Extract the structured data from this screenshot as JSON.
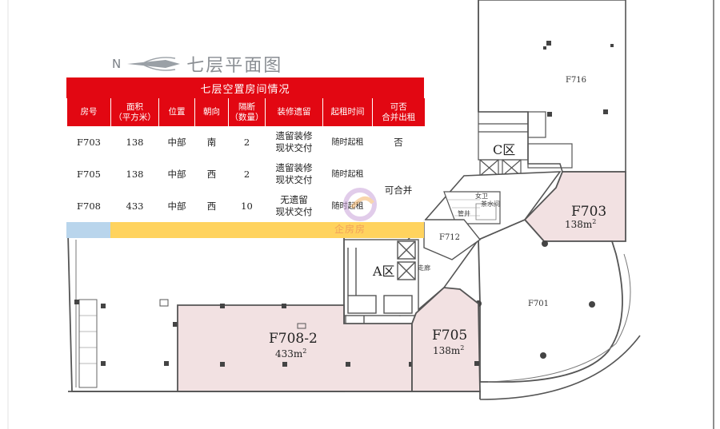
{
  "title": {
    "north": "N",
    "floor": "七层平面图"
  },
  "vacancy": {
    "heading": "七层空置房间情况",
    "columns": [
      [
        "房号"
      ],
      [
        "面积",
        "（平方米）"
      ],
      [
        "位置"
      ],
      [
        "朝向"
      ],
      [
        "隔断",
        "（数量）"
      ],
      [
        "装修遗留"
      ],
      [
        "起租时间"
      ],
      [
        "可否",
        "合并出租"
      ]
    ],
    "rows": [
      {
        "room": "F703",
        "area": "138",
        "position": "中部",
        "facing": "南",
        "partitions": "2",
        "decor": [
          "遗留装修",
          "现状交付"
        ],
        "start": "随时起租",
        "merge": "否"
      },
      {
        "room": "F705",
        "area": "138",
        "position": "中部",
        "facing": "西",
        "partitions": "2",
        "decor": [
          "遗留装修",
          "现状交付"
        ],
        "start": "随时起租",
        "merge": "可合并"
      },
      {
        "room": "F708",
        "area": "433",
        "position": "中部",
        "facing": "西",
        "partitions": "10",
        "decor": [
          "无遗留",
          "现状交付"
        ],
        "start": "随时起租",
        "merge": ""
      }
    ],
    "watermark": "企房房"
  },
  "units": {
    "f716": "F716",
    "f703": "F703",
    "f703_area": "138m",
    "f712": "F712",
    "f701": "F701",
    "f705": "F705",
    "f705_area": "138m",
    "f708": "F708-2",
    "f708_area": "433m",
    "sup": "2",
    "zone_c": "C区",
    "zone_a": "A区",
    "toilet": "女卫",
    "water": "茶水间",
    "shaft": "管井",
    "corridor": "走廊"
  },
  "colors": {
    "header_red": "#e20712",
    "vacant_fill": "#f2e1e2",
    "wall": "#555555",
    "footer_blue": "#b9d5ec",
    "footer_yellow": "#ffd35e"
  }
}
